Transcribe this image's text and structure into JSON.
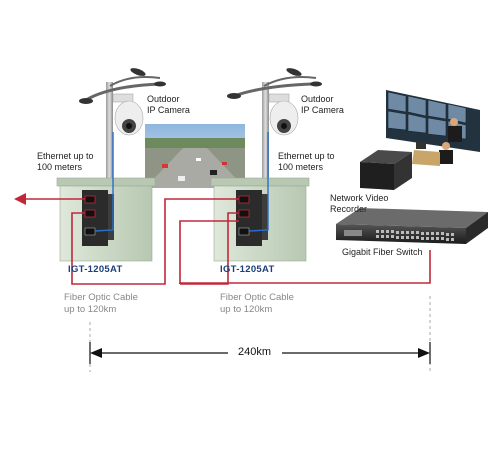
{
  "labels": {
    "camera_left": [
      "Outdoor",
      "IP Camera"
    ],
    "camera_right": [
      "Outdoor",
      "IP Camera"
    ],
    "ethernet_left": [
      "Ethernet up to",
      "100 meters"
    ],
    "ethernet_right": [
      "Ethernet up to",
      "100 meters"
    ],
    "model_left": "IGT-1205AT",
    "model_right": "IGT-1205AT",
    "fiber_left": [
      "Fiber Optic Cable",
      "up to 120km"
    ],
    "fiber_right": [
      "Fiber Optic Cable",
      "up to 120km"
    ],
    "nvr": [
      "Network Video",
      "Recorder"
    ],
    "switch": "Gigabit Fiber Switch",
    "distance": "240km"
  },
  "colors": {
    "fiber_line": "#c0283a",
    "ethernet_line": "#2a6fc9",
    "cabinet": "#c9d8c4",
    "model_text": "#1b3f7a",
    "dimension_line": "#111111"
  }
}
